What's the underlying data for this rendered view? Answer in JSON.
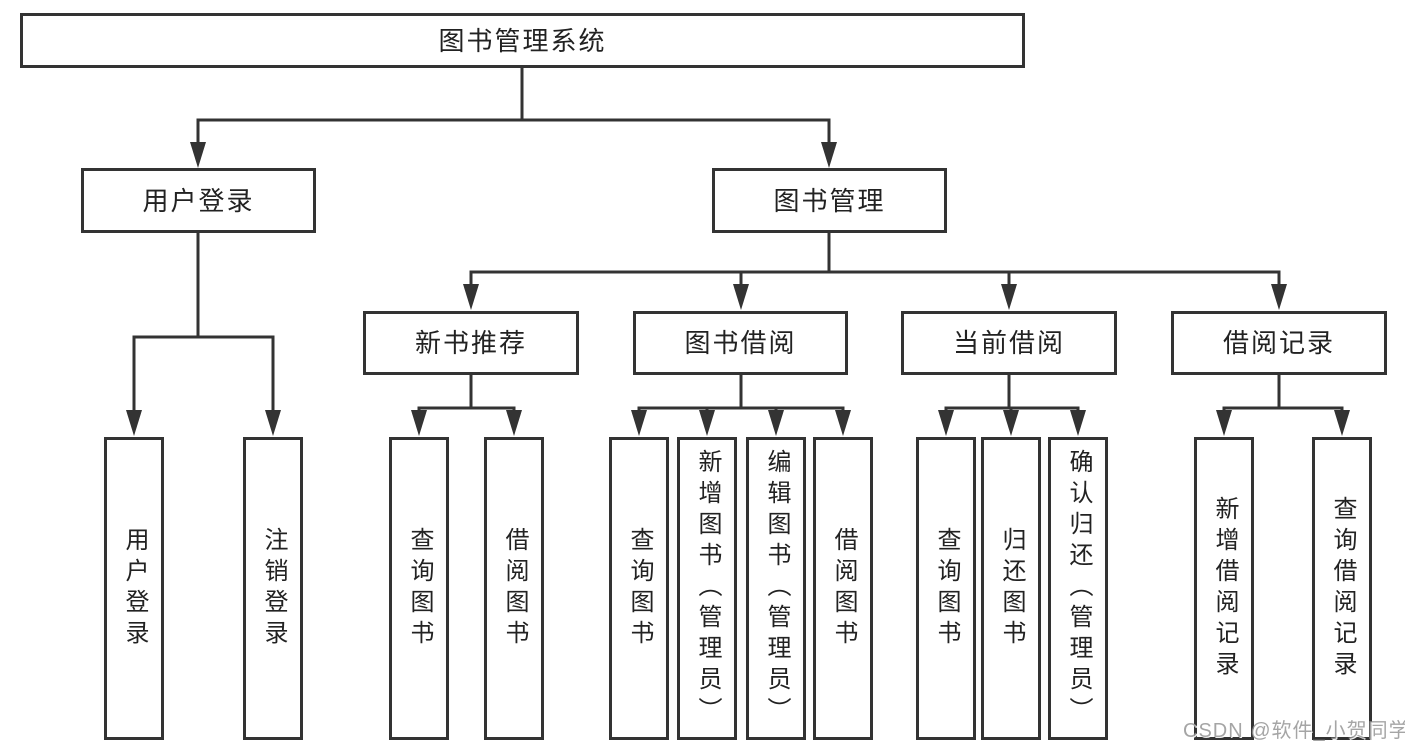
{
  "title": "图书管理系统",
  "watermark": "CSDN @软件_小贺同学",
  "colors": {
    "line": "#333333",
    "box_border": "#333333",
    "box_background": "#ffffff",
    "text": "#222222",
    "watermark_text": "#919191",
    "page_background": "#ffffff"
  },
  "tree": {
    "label": "图书管理系统",
    "children": [
      {
        "label": "用户登录",
        "children": [
          {
            "label": "用户登录"
          },
          {
            "label": "注销登录"
          }
        ]
      },
      {
        "label": "图书管理",
        "children": [
          {
            "label": "新书推荐",
            "children": [
              {
                "label": "查询图书"
              },
              {
                "label": "借阅图书"
              }
            ]
          },
          {
            "label": "图书借阅",
            "children": [
              {
                "label": "查询图书"
              },
              {
                "label": "新增图书（管理员）"
              },
              {
                "label": "编辑图书（管理员）"
              },
              {
                "label": "借阅图书"
              }
            ]
          },
          {
            "label": "当前借阅",
            "children": [
              {
                "label": "查询图书"
              },
              {
                "label": "归还图书"
              },
              {
                "label": "确认归还（管理员）"
              }
            ]
          },
          {
            "label": "借阅记录",
            "children": [
              {
                "label": "新增借阅记录"
              },
              {
                "label": "查询借阅记录"
              }
            ]
          }
        ]
      }
    ]
  }
}
